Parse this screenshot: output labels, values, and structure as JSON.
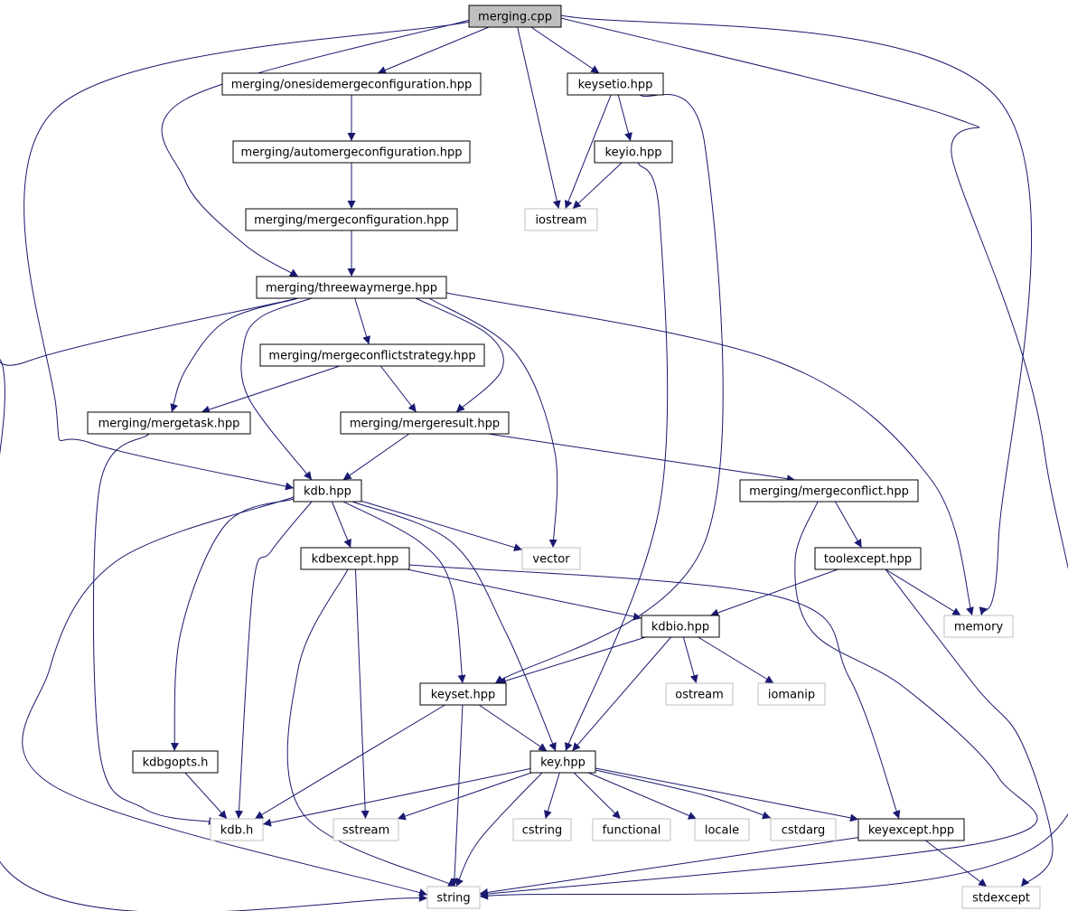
{
  "colors": {
    "edge": "#191970",
    "node_border": "#000000",
    "system_border": "#bfbfbf",
    "root_fill": "#bfbfbf",
    "background": "#ffffff"
  },
  "nodes": [
    {
      "id": "merging_cpp",
      "label": "merging.cpp",
      "kind": "root"
    },
    {
      "id": "onesided",
      "label": "merging/onesidemergeconfiguration.hpp",
      "kind": "local"
    },
    {
      "id": "keysetio",
      "label": "keysetio.hpp",
      "kind": "local"
    },
    {
      "id": "automerge",
      "label": "merging/automergeconfiguration.hpp",
      "kind": "local"
    },
    {
      "id": "keyio",
      "label": "keyio.hpp",
      "kind": "local"
    },
    {
      "id": "mergeconfig",
      "label": "merging/mergeconfiguration.hpp",
      "kind": "local"
    },
    {
      "id": "iostream",
      "label": "iostream",
      "kind": "system"
    },
    {
      "id": "threeway",
      "label": "merging/threewaymerge.hpp",
      "kind": "local"
    },
    {
      "id": "conflictstrategy",
      "label": "merging/mergeconflictstrategy.hpp",
      "kind": "local"
    },
    {
      "id": "mergetask",
      "label": "merging/mergetask.hpp",
      "kind": "local"
    },
    {
      "id": "mergeresult",
      "label": "merging/mergeresult.hpp",
      "kind": "local"
    },
    {
      "id": "kdbhpp",
      "label": "kdb.hpp",
      "kind": "local"
    },
    {
      "id": "mergeconflict",
      "label": "merging/mergeconflict.hpp",
      "kind": "local"
    },
    {
      "id": "kdbexcept",
      "label": "kdbexcept.hpp",
      "kind": "local"
    },
    {
      "id": "vector",
      "label": "vector",
      "kind": "system"
    },
    {
      "id": "toolexcept",
      "label": "toolexcept.hpp",
      "kind": "local"
    },
    {
      "id": "kdbio",
      "label": "kdbio.hpp",
      "kind": "local"
    },
    {
      "id": "memory",
      "label": "memory",
      "kind": "system"
    },
    {
      "id": "keyset",
      "label": "keyset.hpp",
      "kind": "local"
    },
    {
      "id": "ostream",
      "label": "ostream",
      "kind": "system"
    },
    {
      "id": "iomanip",
      "label": "iomanip",
      "kind": "system"
    },
    {
      "id": "kdbgopts",
      "label": "kdbgopts.h",
      "kind": "local"
    },
    {
      "id": "keyhpp",
      "label": "key.hpp",
      "kind": "local"
    },
    {
      "id": "kdbh",
      "label": "kdb.h",
      "kind": "system"
    },
    {
      "id": "sstream",
      "label": "sstream",
      "kind": "system"
    },
    {
      "id": "cstring",
      "label": "cstring",
      "kind": "system"
    },
    {
      "id": "functional",
      "label": "functional",
      "kind": "system"
    },
    {
      "id": "locale",
      "label": "locale",
      "kind": "system"
    },
    {
      "id": "cstdarg",
      "label": "cstdarg",
      "kind": "system"
    },
    {
      "id": "keyexcept",
      "label": "keyexcept.hpp",
      "kind": "local"
    },
    {
      "id": "string",
      "label": "string",
      "kind": "system"
    },
    {
      "id": "stdexcept",
      "label": "stdexcept",
      "kind": "system"
    }
  ],
  "edges": [
    [
      "merging_cpp",
      "onesided"
    ],
    [
      "merging_cpp",
      "keysetio"
    ],
    [
      "merging_cpp",
      "iostream"
    ],
    [
      "merging_cpp",
      "threeway"
    ],
    [
      "merging_cpp",
      "kdbhpp"
    ],
    [
      "merging_cpp",
      "memory"
    ],
    [
      "merging_cpp",
      "string"
    ],
    [
      "onesided",
      "automerge"
    ],
    [
      "automerge",
      "mergeconfig"
    ],
    [
      "mergeconfig",
      "threeway"
    ],
    [
      "keysetio",
      "keyio"
    ],
    [
      "keysetio",
      "iostream"
    ],
    [
      "keysetio",
      "keyset"
    ],
    [
      "keyio",
      "iostream"
    ],
    [
      "keyio",
      "keyhpp"
    ],
    [
      "threeway",
      "conflictstrategy"
    ],
    [
      "threeway",
      "mergetask"
    ],
    [
      "threeway",
      "mergeresult"
    ],
    [
      "threeway",
      "kdbhpp"
    ],
    [
      "threeway",
      "vector"
    ],
    [
      "threeway",
      "memory"
    ],
    [
      "threeway",
      "string"
    ],
    [
      "conflictstrategy",
      "mergetask"
    ],
    [
      "conflictstrategy",
      "mergeresult"
    ],
    [
      "mergetask",
      "kdbh"
    ],
    [
      "mergeresult",
      "kdbhpp"
    ],
    [
      "mergeresult",
      "mergeconflict"
    ],
    [
      "kdbhpp",
      "kdbexcept"
    ],
    [
      "kdbhpp",
      "vector"
    ],
    [
      "kdbhpp",
      "kdbgopts"
    ],
    [
      "kdbhpp",
      "kdbh"
    ],
    [
      "kdbhpp",
      "keyset"
    ],
    [
      "kdbhpp",
      "keyhpp"
    ],
    [
      "kdbhpp",
      "string"
    ],
    [
      "mergeconflict",
      "toolexcept"
    ],
    [
      "mergeconflict",
      "string"
    ],
    [
      "kdbexcept",
      "kdbio"
    ],
    [
      "kdbexcept",
      "sstream"
    ],
    [
      "kdbexcept",
      "string"
    ],
    [
      "kdbexcept",
      "keyexcept"
    ],
    [
      "toolexcept",
      "kdbio"
    ],
    [
      "toolexcept",
      "memory"
    ],
    [
      "toolexcept",
      "stdexcept"
    ],
    [
      "kdbio",
      "keyset"
    ],
    [
      "kdbio",
      "keyhpp"
    ],
    [
      "kdbio",
      "ostream"
    ],
    [
      "kdbio",
      "iomanip"
    ],
    [
      "keyset",
      "keyhpp"
    ],
    [
      "keyset",
      "kdbh"
    ],
    [
      "keyset",
      "string"
    ],
    [
      "kdbgopts",
      "kdbh"
    ],
    [
      "keyhpp",
      "kdbh"
    ],
    [
      "keyhpp",
      "sstream"
    ],
    [
      "keyhpp",
      "cstring"
    ],
    [
      "keyhpp",
      "functional"
    ],
    [
      "keyhpp",
      "locale"
    ],
    [
      "keyhpp",
      "cstdarg"
    ],
    [
      "keyhpp",
      "keyexcept"
    ],
    [
      "keyhpp",
      "string"
    ],
    [
      "keyexcept",
      "string"
    ],
    [
      "keyexcept",
      "stdexcept"
    ]
  ]
}
